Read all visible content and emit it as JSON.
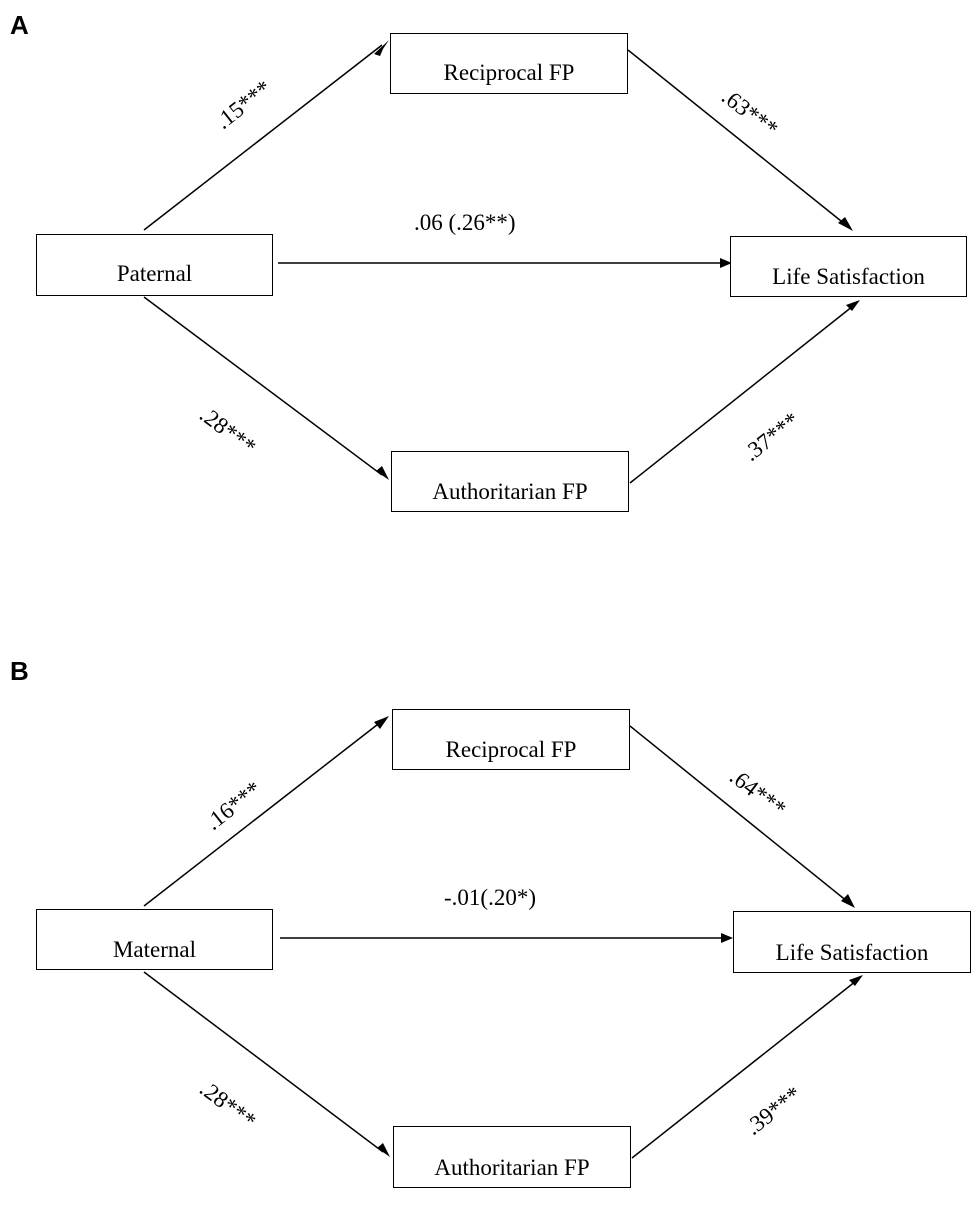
{
  "panels": [
    {
      "letter": "A",
      "predictor": "Paternal",
      "mediator_top": "Reciprocal FP",
      "mediator_bottom": "Authoritarian FP",
      "outcome": "Life Satisfaction",
      "coef_predictor_to_top": ".15***",
      "coef_top_to_outcome": ".63***",
      "coef_direct": ".06 (.26**)",
      "coef_predictor_to_bottom": ".28***",
      "coef_bottom_to_outcome": ".37***"
    },
    {
      "letter": "B",
      "predictor": "Maternal",
      "mediator_top": "Reciprocal FP",
      "mediator_bottom": "Authoritarian FP",
      "outcome": "Life Satisfaction",
      "coef_predictor_to_top": ".16***",
      "coef_top_to_outcome": ".64***",
      "coef_direct": "-.01(.20*)",
      "coef_predictor_to_bottom": ".28***",
      "coef_bottom_to_outcome": ".39***"
    }
  ],
  "colors": {
    "stroke": "#000000",
    "background": "#ffffff"
  }
}
